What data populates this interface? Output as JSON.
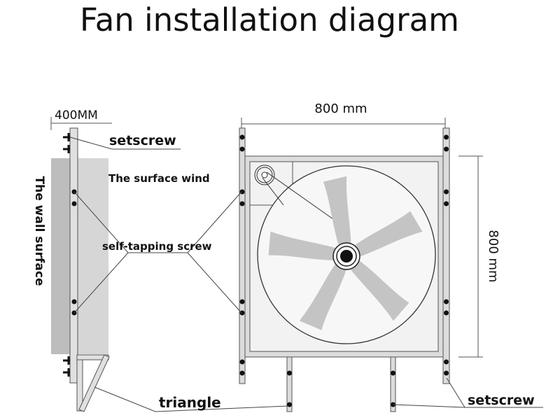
{
  "title": "Fan installation diagram",
  "dimensions": {
    "depth": "400MM",
    "width": "800 mm",
    "height": "800 mm"
  },
  "labels": {
    "setscrew_top": "setscrew",
    "surface_wind": "The surface wind",
    "wall_surface": "The wall surface",
    "self_tapping_screw": "self-tapping screw",
    "triangle": "triangle",
    "setscrew_bottom": "setscrew"
  },
  "colors": {
    "frame": "#d8d8d8",
    "wall": "#c8c8c8",
    "blade": "#c4c4c4",
    "line": "#444444"
  }
}
